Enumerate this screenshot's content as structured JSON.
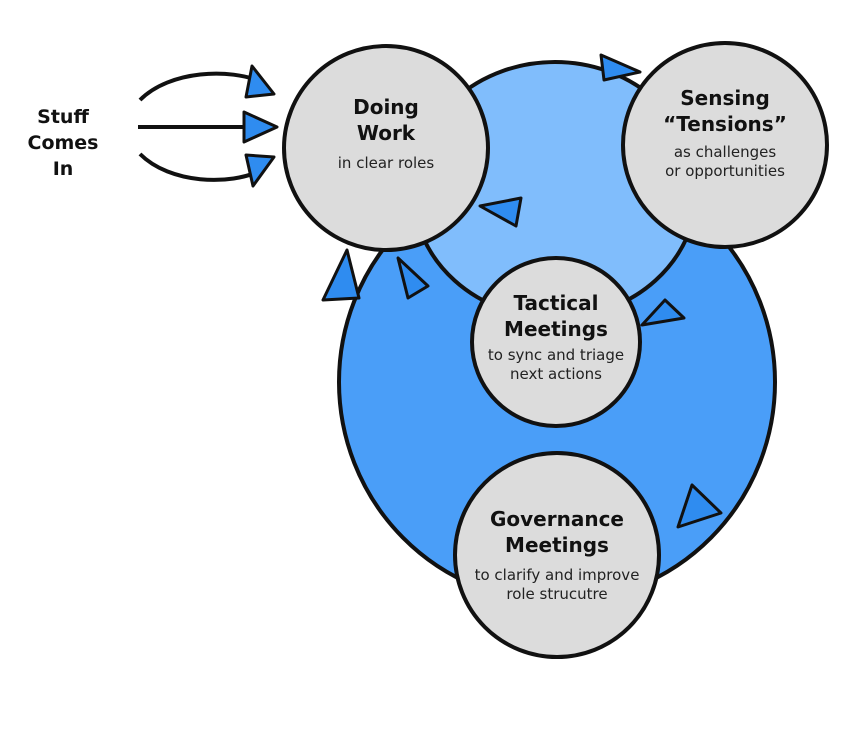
{
  "input": {
    "label_line1": "Stuff",
    "label_line2": "Comes In"
  },
  "nodes": {
    "doing_work": {
      "title_line1": "Doing",
      "title_line2": "Work",
      "subtitle_line1": "in clear roles"
    },
    "sensing": {
      "title_line1": "Sensing",
      "title_line2": "“Tensions”",
      "subtitle_line1": "as challenges",
      "subtitle_line2": "or opportunities"
    },
    "tactical": {
      "title_line1": "Tactical",
      "title_line2": "Meetings",
      "subtitle_line1": "to sync and triage",
      "subtitle_line2": "next actions"
    },
    "governance": {
      "title_line1": "Governance",
      "title_line2": "Meetings",
      "subtitle_line1": "to clarify and improve",
      "subtitle_line2": "role strucutre"
    }
  },
  "colors": {
    "inner_loop": "#80bdfc",
    "outer_loop": "#4a9ef8",
    "node_fill": "#dcdcdc",
    "outline": "#111111",
    "arrowhead": "#2f8cf0"
  }
}
